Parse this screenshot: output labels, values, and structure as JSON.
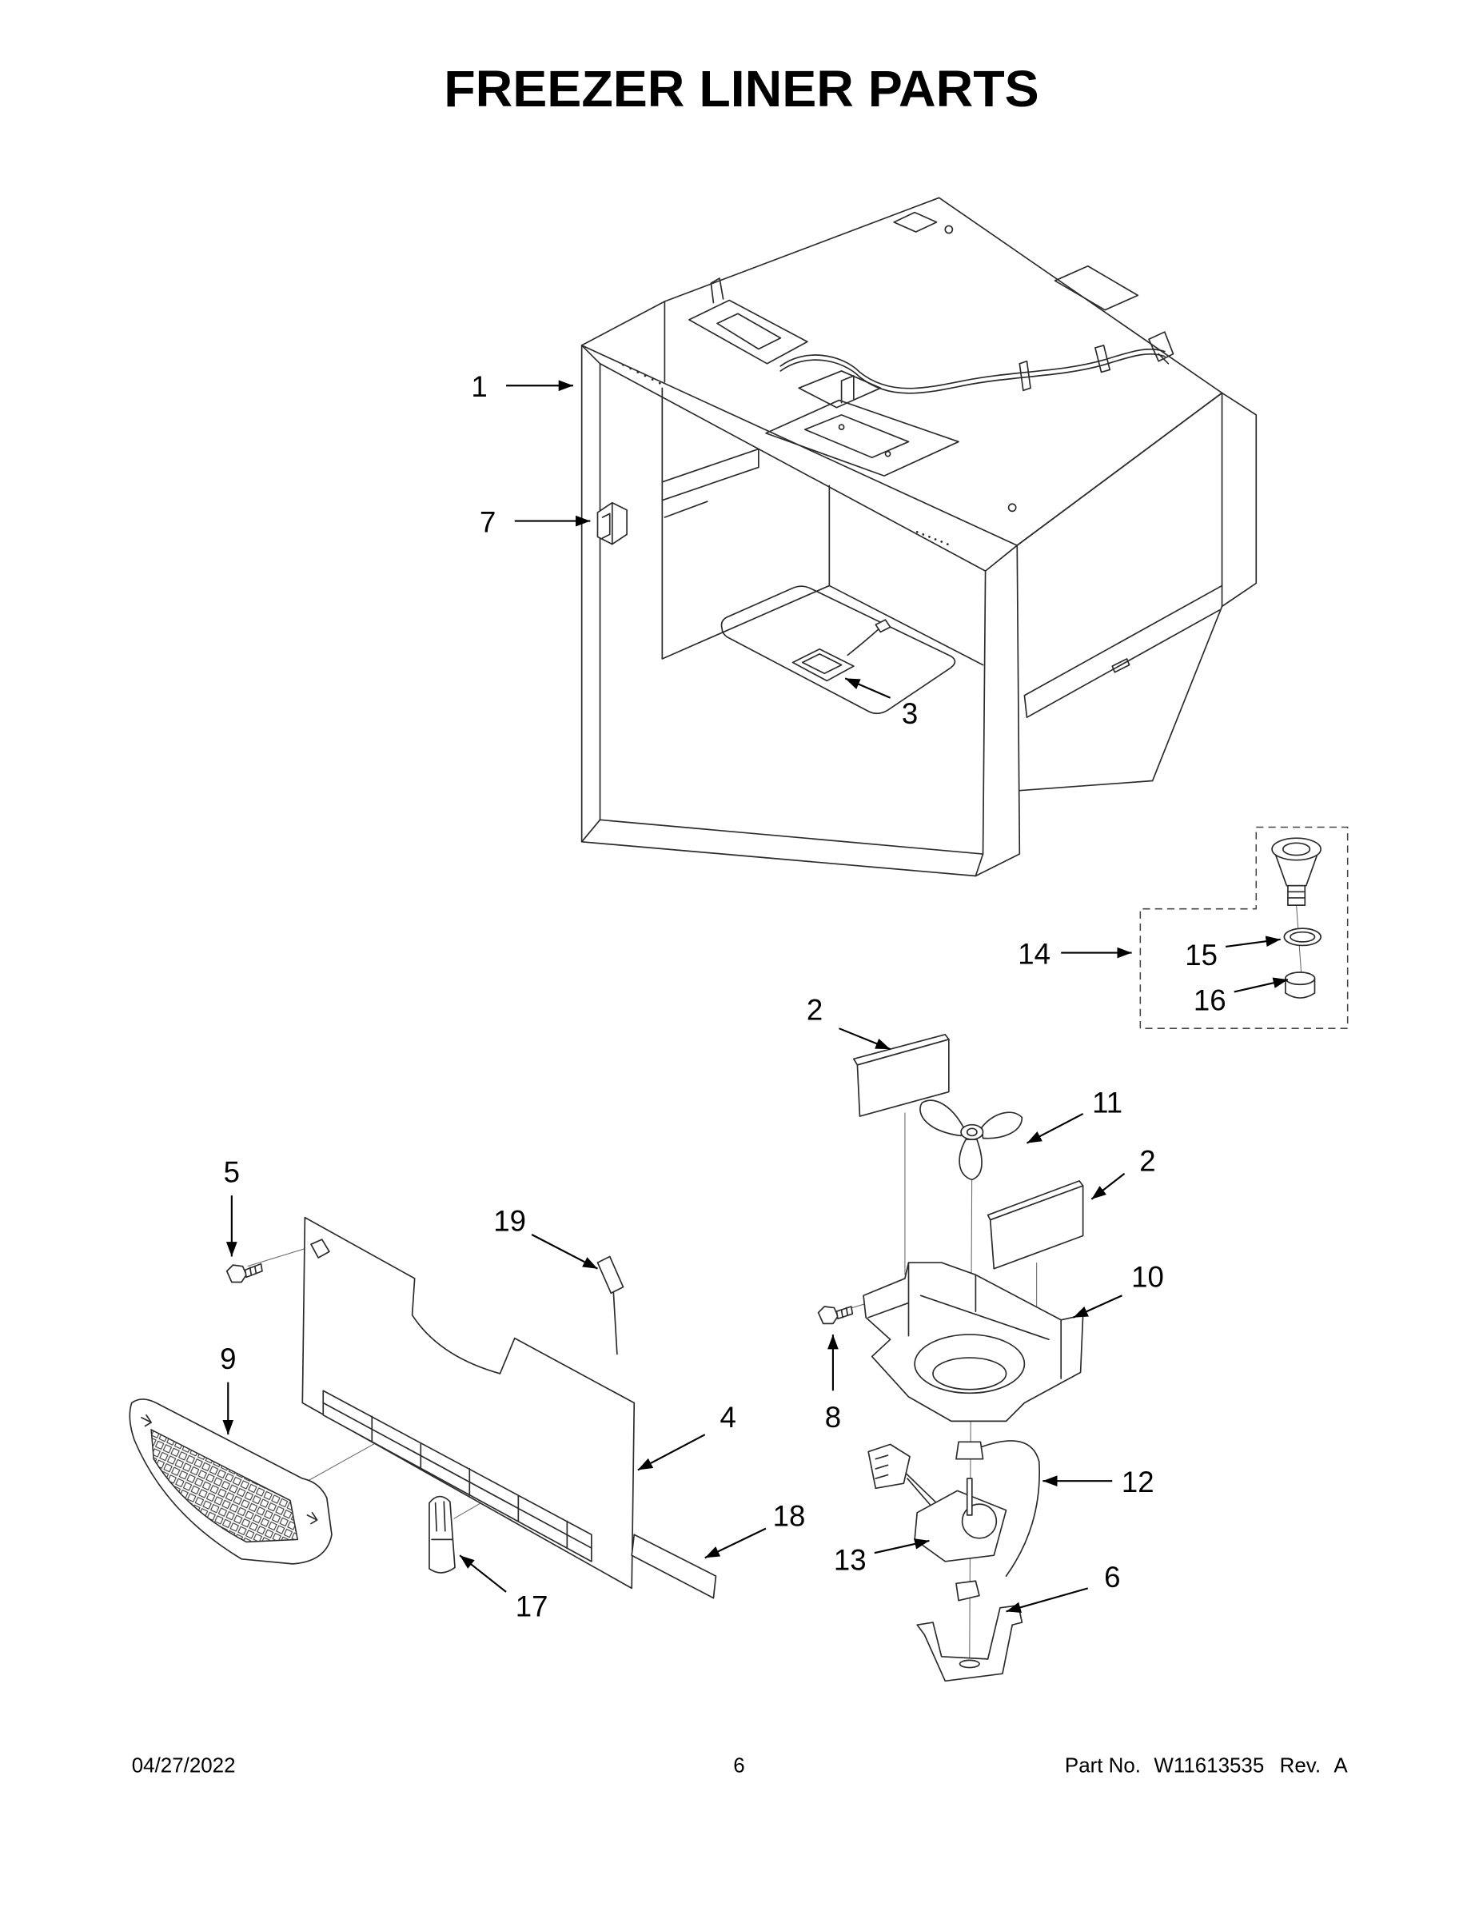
{
  "title": "FREEZER LINER PARTS",
  "callouts": [
    "1",
    "7",
    "3",
    "14",
    "15",
    "16",
    "2",
    "11",
    "2",
    "5",
    "19",
    "10",
    "9",
    "8",
    "4",
    "12",
    "18",
    "13",
    "6",
    "17"
  ],
  "footer": {
    "date": "04/27/2022",
    "page": "6",
    "part_no_label": "Part No.",
    "part_no": "W11613535",
    "rev_label": "Rev.",
    "rev": "A"
  },
  "colors": {
    "ink": "#000000",
    "line": "#2b2b2b",
    "background": "#ffffff"
  }
}
